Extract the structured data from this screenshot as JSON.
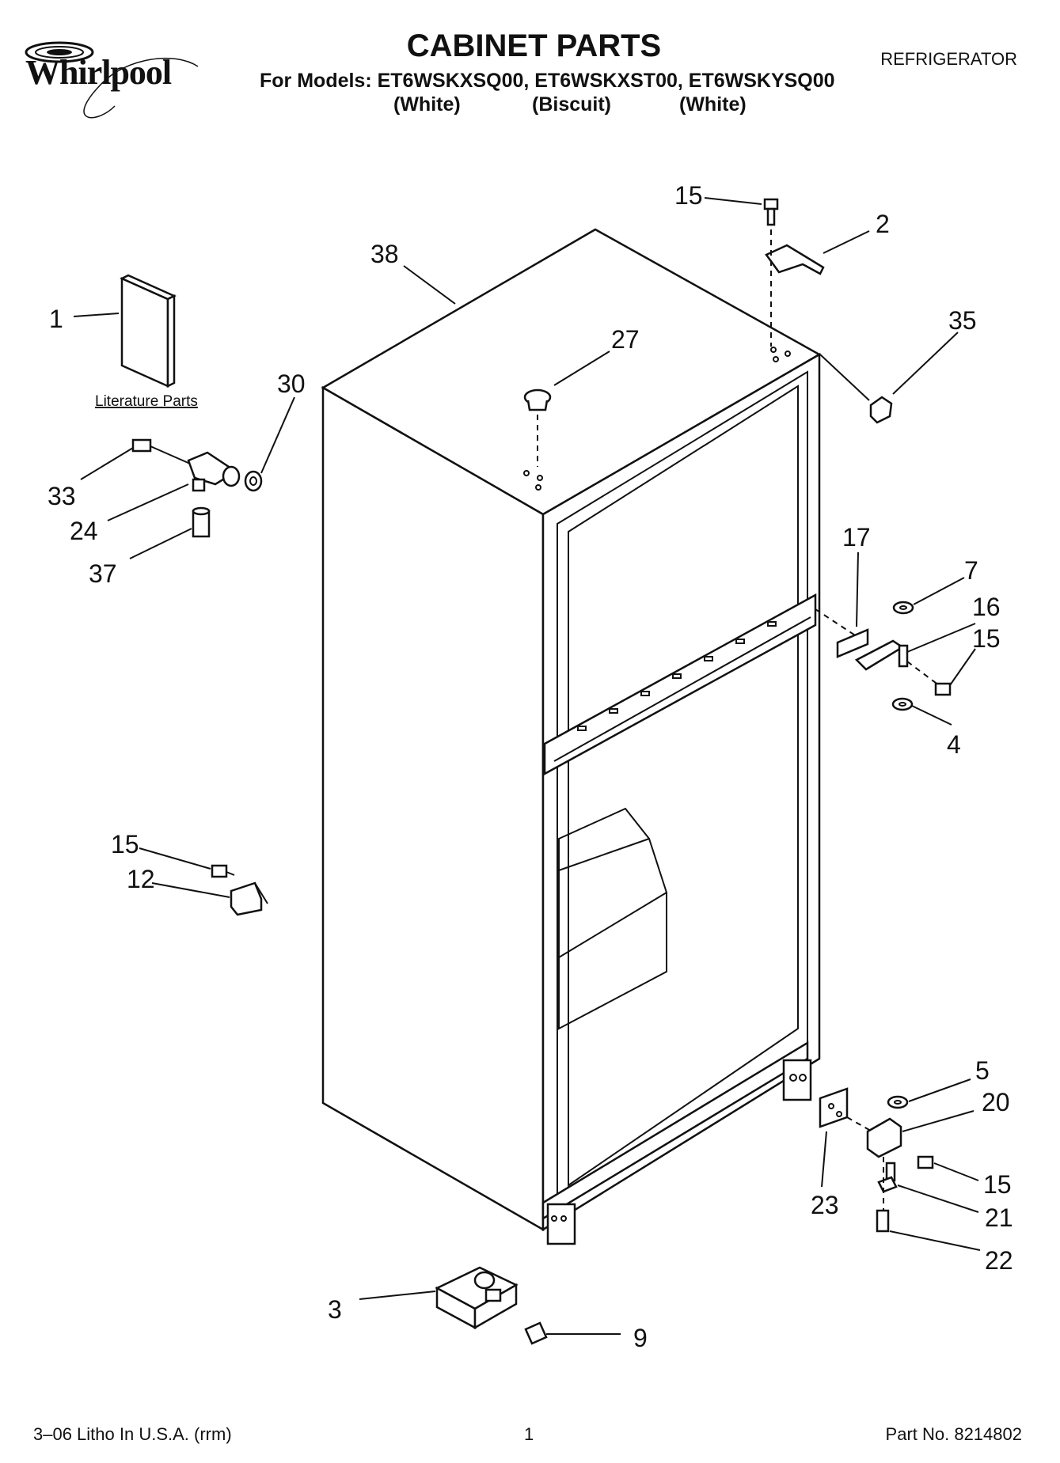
{
  "brand": "Whirlpool",
  "title": "CABINET PARTS",
  "models_line": "For Models: ET6WSKXSQ00, ET6WSKXST00, ET6WSKYSQ00",
  "variants": [
    "(White)",
    "(Biscuit)",
    "(White)"
  ],
  "product": "REFRIGERATOR",
  "literature_label": "Literature Parts",
  "callouts": {
    "c1": "1",
    "c2": "2",
    "c3": "3",
    "c4": "4",
    "c5": "5",
    "c7": "7",
    "c9": "9",
    "c12": "12",
    "c15a": "15",
    "c15b": "15",
    "c15c": "15",
    "c15d": "15",
    "c16": "16",
    "c17": "17",
    "c20": "20",
    "c21": "21",
    "c22": "22",
    "c23": "23",
    "c24": "24",
    "c27": "27",
    "c30": "30",
    "c33": "33",
    "c35": "35",
    "c37": "37",
    "c38": "38"
  },
  "footer": {
    "left": "3–06 Litho In U.S.A. (rrm)",
    "center": "1",
    "right": "Part No. 8214802"
  }
}
